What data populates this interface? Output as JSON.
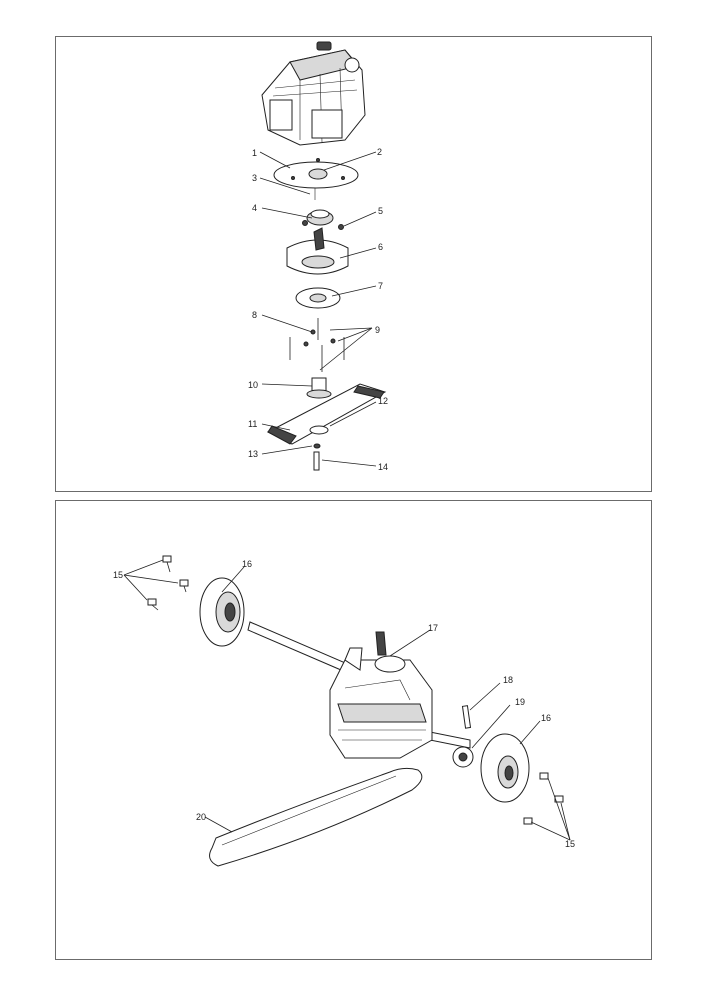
{
  "top_callouts": [
    "1",
    "2",
    "3",
    "4",
    "5",
    "6",
    "7",
    "8",
    "9",
    "10",
    "11",
    "12",
    "13",
    "14"
  ],
  "bottom_callouts": {
    "c15a": "15",
    "c16a": "16",
    "c17": "17",
    "c18": "18",
    "c19": "19",
    "c16b": "16",
    "c15b": "15",
    "c20": "20"
  },
  "colors": {
    "frame": "#6b6b6b",
    "ink": "#222222",
    "fill": "#d9d9d9"
  }
}
